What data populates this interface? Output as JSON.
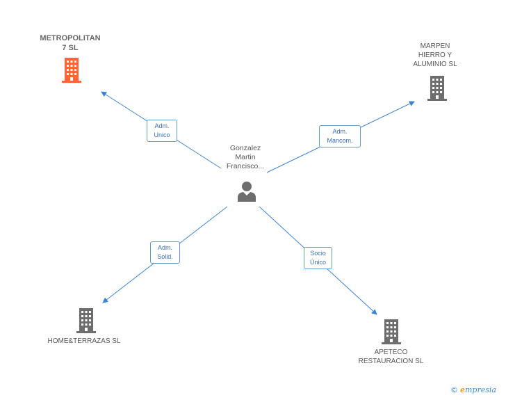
{
  "nodes": {
    "metropolitan": {
      "line1": "METROPOLITAN",
      "line2": "7 SL",
      "color": "#ff6633"
    },
    "marpen": {
      "line1": "MARPEN",
      "line2": "HIERRO Y",
      "line3": "ALUMINIO SL",
      "color": "#6d6d6d"
    },
    "home": {
      "line1": "HOME&TERRAZAS SL",
      "color": "#6d6d6d"
    },
    "apeteco": {
      "line1": "APETECO",
      "line2": "RESTAURACION SL",
      "color": "#6d6d6d"
    },
    "person": {
      "line1": "Gonzalez",
      "line2": "Martin",
      "line3": "Francisco...",
      "color": "#6d6d6d"
    }
  },
  "relations": {
    "metropolitan": {
      "line1": "Adm.",
      "line2": "Unico"
    },
    "marpen": {
      "line1": "Adm.",
      "line2": "Mancom."
    },
    "home": {
      "line1": "Adm.",
      "line2": "Solid."
    },
    "apeteco": {
      "line1": "Socio",
      "line2": "Único"
    }
  },
  "edge_color": "#3a84d6",
  "footer": {
    "copyright": "©",
    "brand_initial": "e",
    "brand_rest": "mpresia"
  }
}
